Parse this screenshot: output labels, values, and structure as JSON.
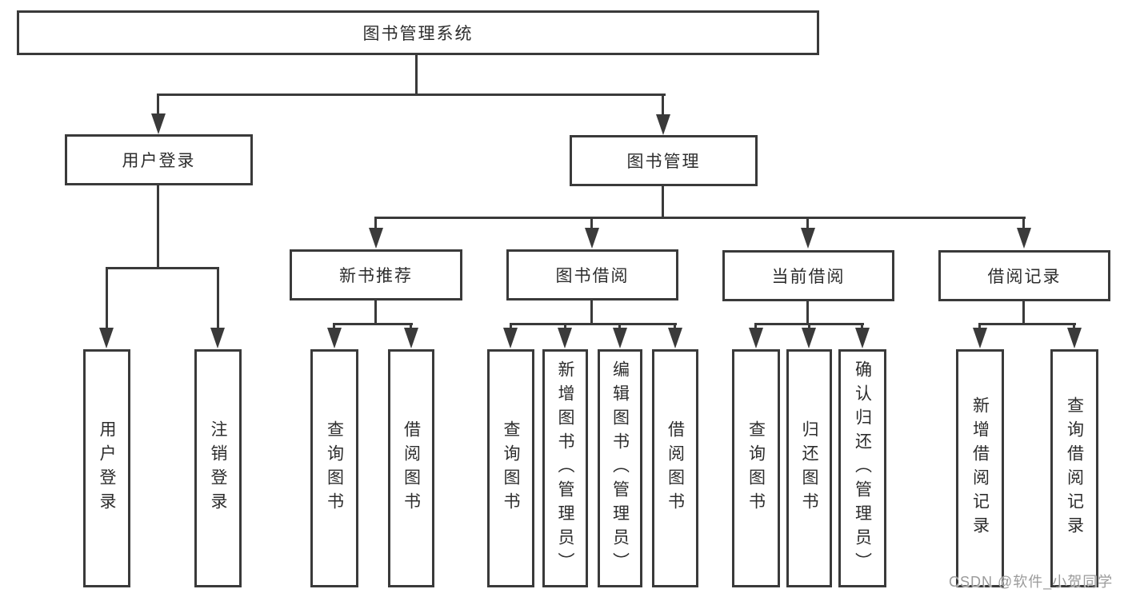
{
  "nodes": {
    "root": "图书管理系统",
    "level2": [
      "用户登录",
      "图书管理"
    ],
    "level3": [
      "新书推荐",
      "图书借阅",
      "当前借阅",
      "借阅记录"
    ],
    "leaves": [
      "用户登录",
      "注销登录",
      "查询图书",
      "借阅图书",
      "查询图书",
      "新增图书（管理员）",
      "编辑图书（管理员）",
      "借阅图书",
      "查询图书",
      "归还图书",
      "确认归还（管理员）",
      "新增借阅记录",
      "查询借阅记录"
    ]
  },
  "hierarchy": {
    "图书管理系统": {
      "用户登录": [
        "用户登录",
        "注销登录"
      ],
      "图书管理": {
        "新书推荐": [
          "查询图书",
          "借阅图书"
        ],
        "图书借阅": [
          "查询图书",
          "新增图书（管理员）",
          "编辑图书（管理员）",
          "借阅图书"
        ],
        "当前借阅": [
          "查询图书",
          "归还图书",
          "确认归还（管理员）"
        ],
        "借阅记录": [
          "新增借阅记录",
          "查询借阅记录"
        ]
      }
    }
  },
  "watermark": {
    "text": "CSDN @软件_小贺同学"
  },
  "colors": {
    "line": "#3a3a3a",
    "bg": "#ffffff",
    "text": "#2d2d2d",
    "watermark": "#9b9b9b"
  }
}
